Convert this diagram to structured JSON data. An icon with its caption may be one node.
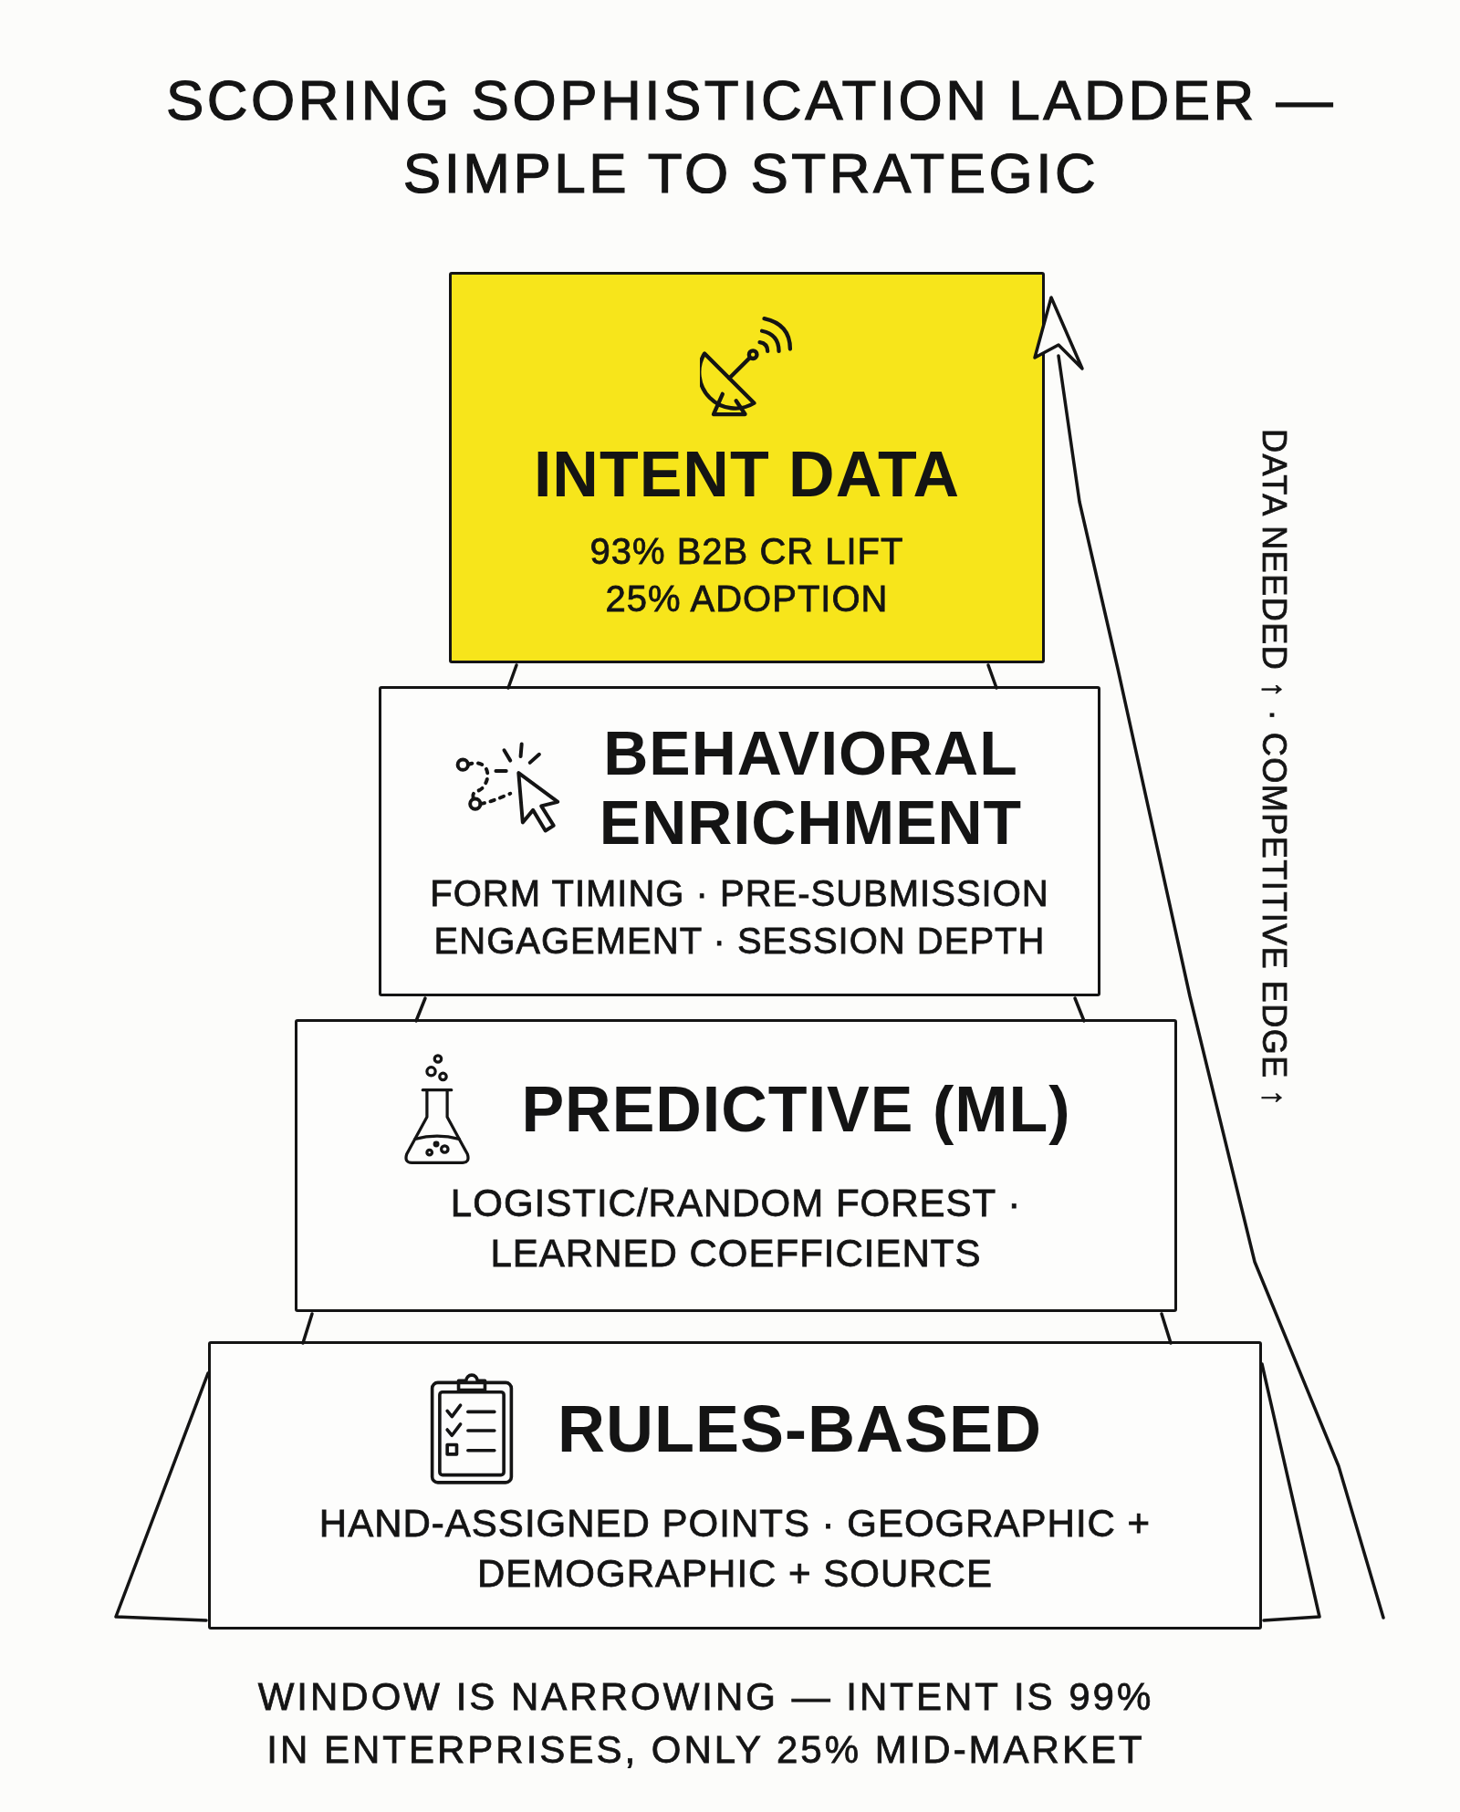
{
  "diagram": {
    "title": "SCORING SOPHISTICATION LADDER — SIMPLE TO STRATEGIC",
    "nodes": [
      {
        "text": [
          "INTENT DATA",
          "93% B2B CR LIFT",
          "25% ADOPTION"
        ]
      },
      {
        "text": [
          "BEHAVIORAL ENRICHMENT",
          "FORM TIMING · PRE-SUBMISSION ENGAGEMENT · SESSION DEPTH"
        ]
      },
      {
        "text": [
          "PREDICTIVE (ML)",
          "LOGISTIC/RANDOM FOREST · LEARNED COEFFICIENTS"
        ]
      },
      {
        "text": [
          "RULES-BASED",
          "HAND-ASSIGNED POINTS · GEOGRAPHIC + DEMOGRAPHIC + SOURCE"
        ]
      }
    ],
    "labels": [
      "DATA NEEDED ↑ · COMPETITIVE EDGE ↑",
      "WINDOW IS NARROWING — INTENT IS 99% IN ENTERPRISES, ONLY 25% MID-MARKET"
    ]
  }
}
